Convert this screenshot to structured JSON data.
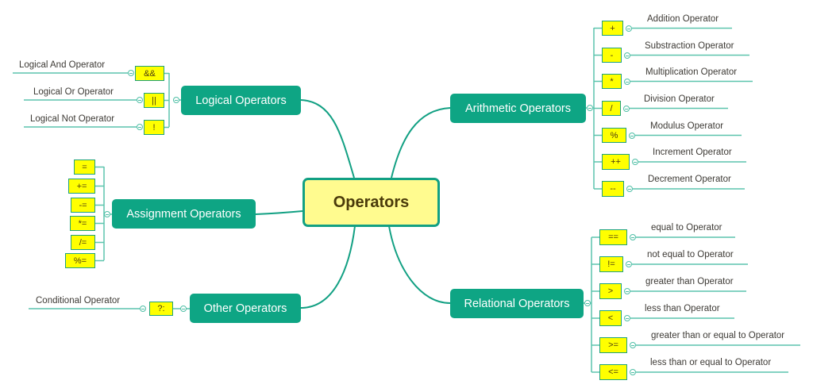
{
  "central": {
    "label": "Operators"
  },
  "colors": {
    "branch": "#12a083",
    "topic_fill": "#0ea584",
    "leaf_fill": "#ffff00",
    "central_fill": "#fffb8f"
  },
  "branches": {
    "logical": {
      "label": "Logical Operators",
      "items": [
        {
          "symbol": "&&",
          "description": "Logical And Operator"
        },
        {
          "symbol": "||",
          "description": "Logical Or Operator"
        },
        {
          "symbol": "!",
          "description": "Logical Not Operator"
        }
      ]
    },
    "assignment": {
      "label": "Assignment Operators",
      "items": [
        {
          "symbol": "="
        },
        {
          "symbol": "+="
        },
        {
          "symbol": "-="
        },
        {
          "symbol": "*="
        },
        {
          "symbol": "/="
        },
        {
          "symbol": "%="
        }
      ]
    },
    "other": {
      "label": "Other Operators",
      "items": [
        {
          "symbol": "?:",
          "description": "Conditional Operator"
        }
      ]
    },
    "arithmetic": {
      "label": "Arithmetic Operators",
      "items": [
        {
          "symbol": "+",
          "description": "Addition Operator"
        },
        {
          "symbol": "-",
          "description": "Substraction Operator"
        },
        {
          "symbol": "*",
          "description": "Multiplication Operator"
        },
        {
          "symbol": "/",
          "description": "Division Operator"
        },
        {
          "symbol": "%",
          "description": "Modulus Operator"
        },
        {
          "symbol": "++",
          "description": "Increment Operator"
        },
        {
          "symbol": "--",
          "description": "Decrement Operator"
        }
      ]
    },
    "relational": {
      "label": "Relational Operators",
      "items": [
        {
          "symbol": "==",
          "description": "equal to Operator"
        },
        {
          "symbol": "!=",
          "description": "not equal to Operator"
        },
        {
          "symbol": ">",
          "description": "greater than Operator"
        },
        {
          "symbol": "<",
          "description": "less than Operator"
        },
        {
          "symbol": ">=",
          "description": "greater than or equal to Operator"
        },
        {
          "symbol": "<=",
          "description": "less than or equal to Operator"
        }
      ]
    }
  }
}
